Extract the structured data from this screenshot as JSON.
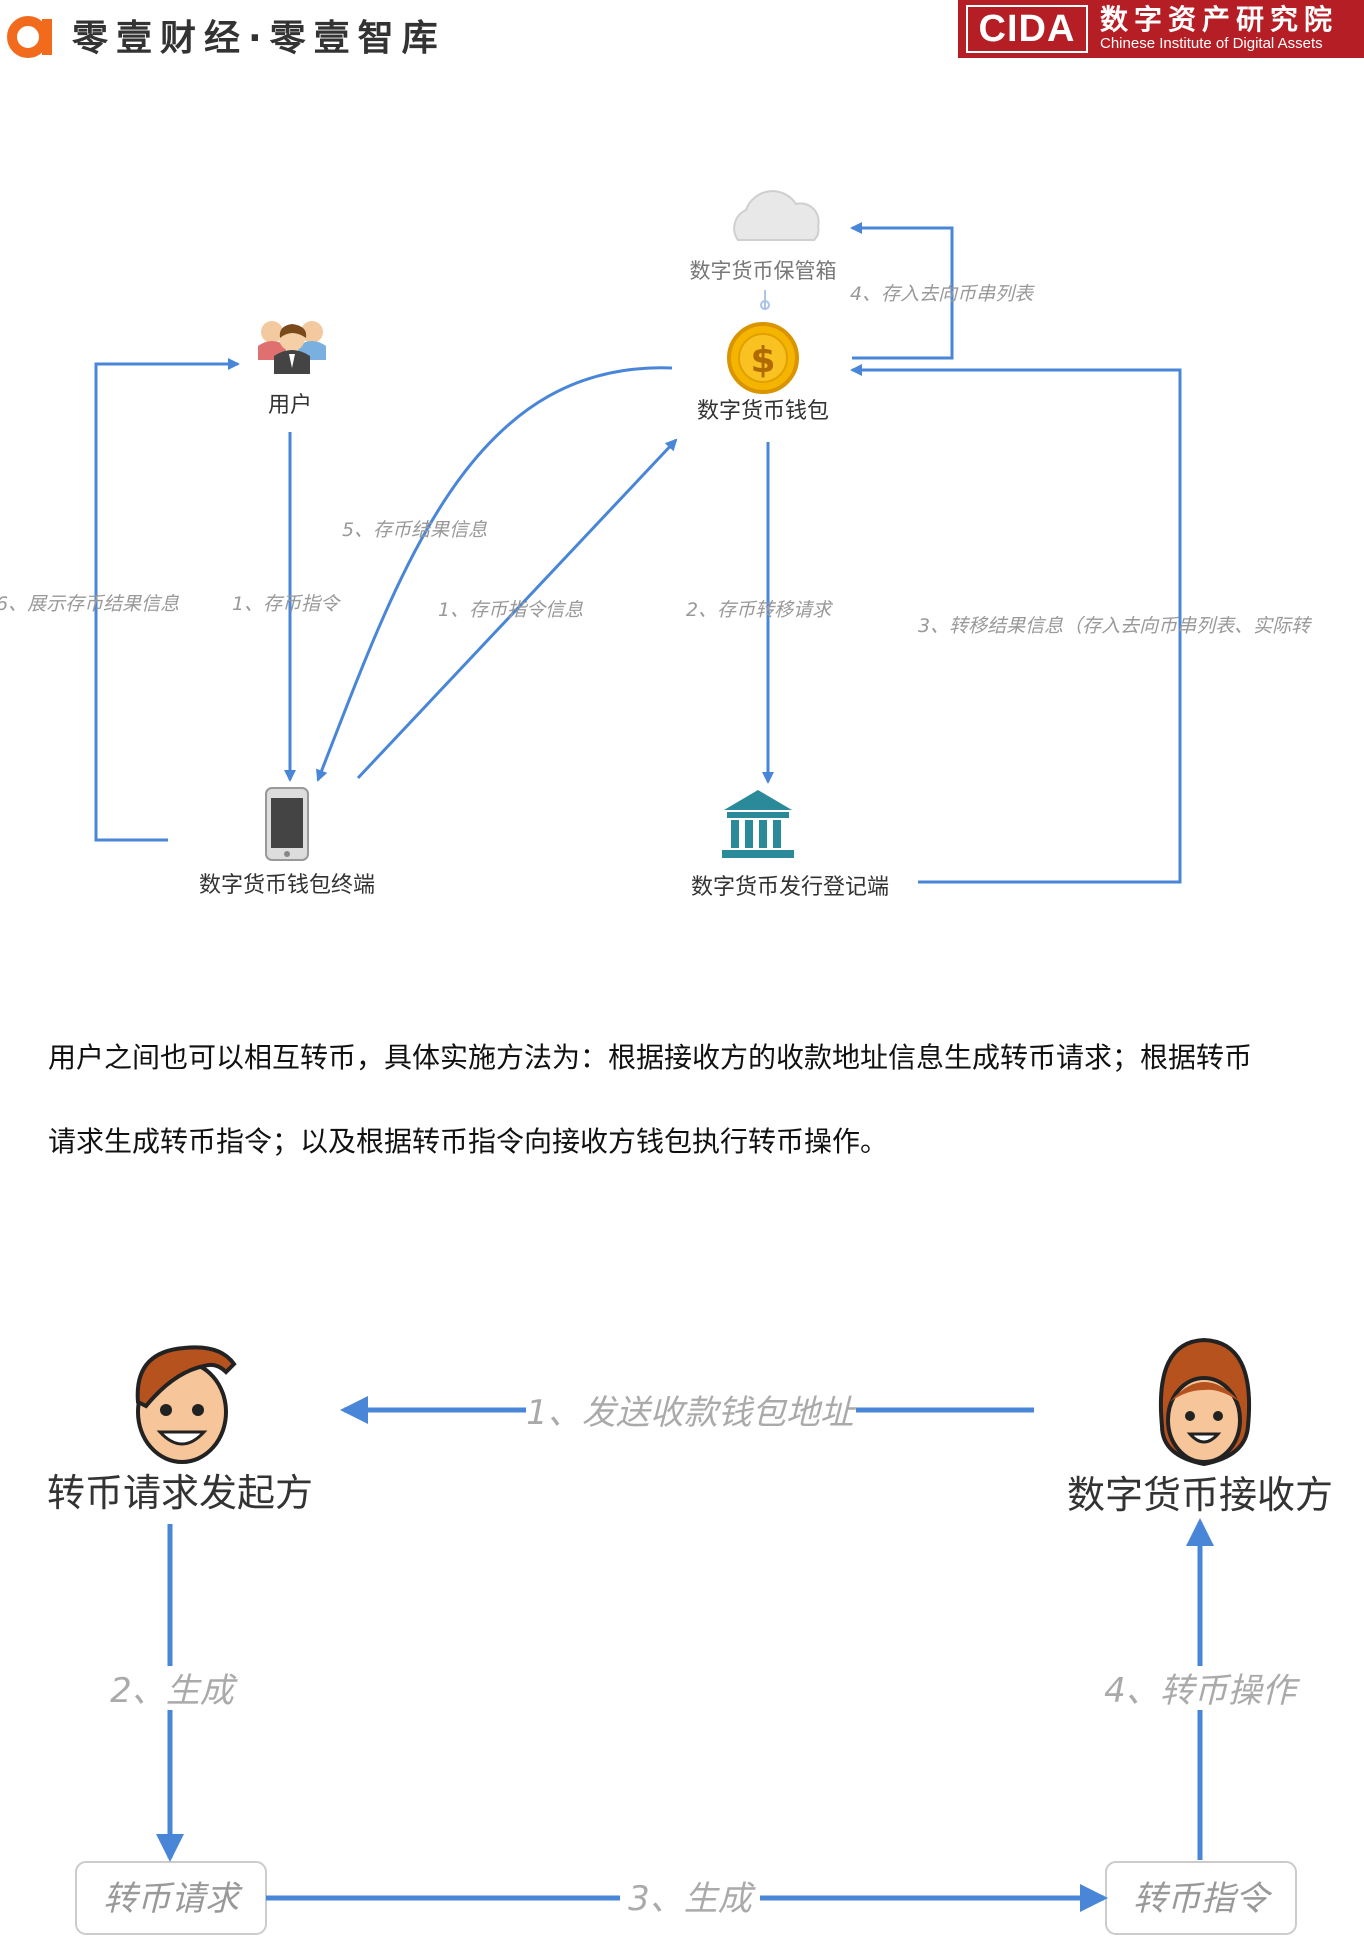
{
  "header": {
    "brand_left": "零壹财经·零壹智库",
    "brand_right_mark": "CIDA",
    "brand_right_cn": "数字资产研究院",
    "brand_right_en": "Chinese Institute of Digital Assets",
    "colors": {
      "accent_orange": "#f26b1d",
      "accent_red": "#b51e24",
      "arrow_blue": "#4a86d8"
    }
  },
  "diagram1": {
    "nodes": {
      "vault": "数字货币保管箱",
      "wallet": "数字货币钱包",
      "user": "用户",
      "terminal": "数字货币钱包终端",
      "registry": "数字货币发行登记端"
    },
    "edges": {
      "e1": "1、存币指令",
      "e1b": "1、存币指令信息",
      "e2": "2、存币转移请求",
      "e3": "3、转移结果信息（存入去向币串列表、实际转",
      "e4": "4、存入去向币串列表",
      "e5": "5、存币结果信息",
      "e6": "6、展示存币结果信息"
    }
  },
  "paragraph": {
    "line1": "用户之间也可以相互转币，具体实施方法为：根据接收方的收款地址信息生成转币请求；根据转币",
    "line2": "请求生成转币指令；以及根据转币指令向接收方钱包执行转币操作。"
  },
  "diagram2": {
    "nodes": {
      "initiator": "转币请求发起方",
      "receiver": "数字货币接收方",
      "request": "转币请求",
      "instruction": "转币指令"
    },
    "edges": {
      "e1": "1、发送收款钱包地址",
      "e2": "2、生成",
      "e3": "3、生成",
      "e4": "4、转币操作"
    }
  }
}
